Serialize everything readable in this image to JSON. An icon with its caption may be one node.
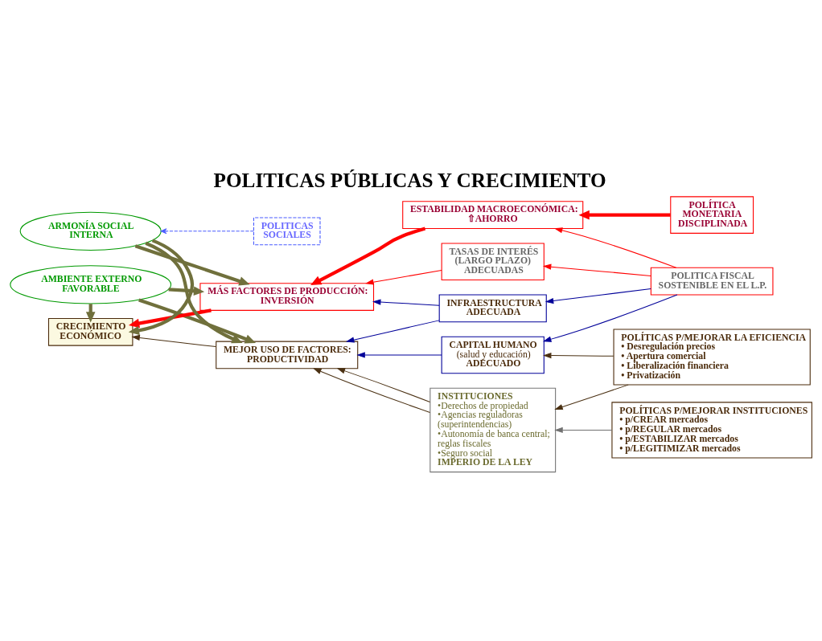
{
  "diagram": {
    "title": "POLITICAS PÚBLICAS Y CRECIMIENTO",
    "nodes": [
      {
        "text": [
          "AMBIENTE EXTERNO FAVORABLE"
        ]
      },
      {
        "text": [
          "ESTABILIDAD MACROECONÓMICA:",
          "⇧AHORRO"
        ]
      },
      {
        "text": [
          "POLÍTICA MONETARIA DISCIPLINADA"
        ]
      },
      {
        "text": [
          "MÁS FACTORES DE PRODUCCIÓN:",
          "INVERSIÓN"
        ]
      },
      {
        "text": [
          "TASAS DE INTERÉS (LARGO PLAZO) ADECUADAS"
        ]
      },
      {
        "text": [
          "POLITICA FISCAL SOSTENIBLE EN EL L.P."
        ]
      },
      {
        "text": [
          "CRECIMIENTO ECONÓMICO"
        ]
      },
      {
        "text": [
          "INFRAESTRUCTURA ADECUADA"
        ]
      },
      {
        "text": [
          "POLÍTICAS P/MEJORAR LA EFICIENCIA",
          "• Desregulación precios",
          "• Apertura comercial",
          "• Liberalización financiera",
          "• Privatización"
        ]
      },
      {
        "text": [
          "CAPITAL HUMANO",
          "(salud y educación)",
          "ADECUADO"
        ]
      },
      {
        "text": [
          "MEJOR USO DE FACTORES:",
          "PRODUCTIVIDAD"
        ]
      },
      {
        "text": [
          "INSTITUCIONES",
          "•Derechos de propiedad",
          "•Agencias reguladoras (superintendencias)",
          "•Autonomía de banca central; reglas fiscales",
          "•Seguro social",
          "IMPERIO DE LA LEY"
        ]
      },
      {
        "text": [
          "POLÍTICAS P/MEJORAR INSTITUCIONES",
          "• p/CREAR mercados",
          "• p/REGULAR mercados",
          "• p/ESTABILIZAR mercados",
          "• p/LEGITIMIZAR mercados"
        ]
      },
      {
        "text": [
          "ARMONÍA SOCIAL INTERNA"
        ]
      },
      {
        "text": [
          "POLITICAS SOCIALES"
        ]
      }
    ],
    "edges": [
      {
        "from": 2,
        "to": 1,
        "arrow": "to",
        "style": "thick",
        "color": "#ff0000"
      },
      {
        "from": 1,
        "to": 3,
        "arrow": "to",
        "style": "thick",
        "color": "#ff0000"
      },
      {
        "from": 3,
        "to": 6,
        "arrow": "to",
        "style": "thick",
        "color": "#ff0000"
      },
      {
        "from": 4,
        "to": 3,
        "arrow": "to",
        "color": "#ff0000"
      },
      {
        "from": 5,
        "to": 1,
        "arrow": "to",
        "color": "#ff0000"
      },
      {
        "from": 5,
        "to": 4,
        "arrow": "to",
        "color": "#ff0000"
      },
      {
        "from": 5,
        "to": 7,
        "arrow": "to",
        "color": "#000099"
      },
      {
        "from": 5,
        "to": 9,
        "arrow": "to",
        "color": "#000099"
      },
      {
        "from": 7,
        "to": 3,
        "arrow": "to",
        "color": "#000099"
      },
      {
        "from": 7,
        "to": 10,
        "arrow": "to",
        "color": "#000099"
      },
      {
        "from": 9,
        "to": 10,
        "arrow": "to",
        "color": "#000099"
      },
      {
        "from": 11,
        "to": 10,
        "arrow": "to",
        "color": "#4a3012"
      },
      {
        "from": 11,
        "to": 10,
        "arrow": "to",
        "color": "#4a3012"
      },
      {
        "from": 10,
        "to": 6,
        "arrow": "to",
        "color": "#4a3012"
      },
      {
        "from": 8,
        "to": 9,
        "arrow": "to",
        "color": "#4a3012"
      },
      {
        "from": 8,
        "to": 11,
        "arrow": "to",
        "color": "#4a3012"
      },
      {
        "from": 12,
        "to": 11,
        "arrow": "to",
        "color": "#707070"
      },
      {
        "from": 14,
        "to": 13,
        "arrow": "to",
        "style": "dashed",
        "color": "#4a5cff"
      },
      {
        "from": 0,
        "to": 6,
        "arrow": "to",
        "style": "thick",
        "color": "#70703c"
      },
      {
        "from": 0,
        "to": 3,
        "arrow": "to",
        "style": "thick",
        "color": "#70703c"
      },
      {
        "from": 0,
        "to": 10,
        "arrow": "to",
        "style": "thick",
        "color": "#70703c"
      },
      {
        "from": 13,
        "to": 6,
        "arrow": "to",
        "style": "thick",
        "color": "#70703c"
      },
      {
        "from": 13,
        "to": 3,
        "arrow": "to",
        "style": "thick",
        "color": "#70703c"
      },
      {
        "from": 13,
        "to": 10,
        "arrow": "to",
        "style": "thick",
        "color": "#70703c"
      }
    ]
  }
}
